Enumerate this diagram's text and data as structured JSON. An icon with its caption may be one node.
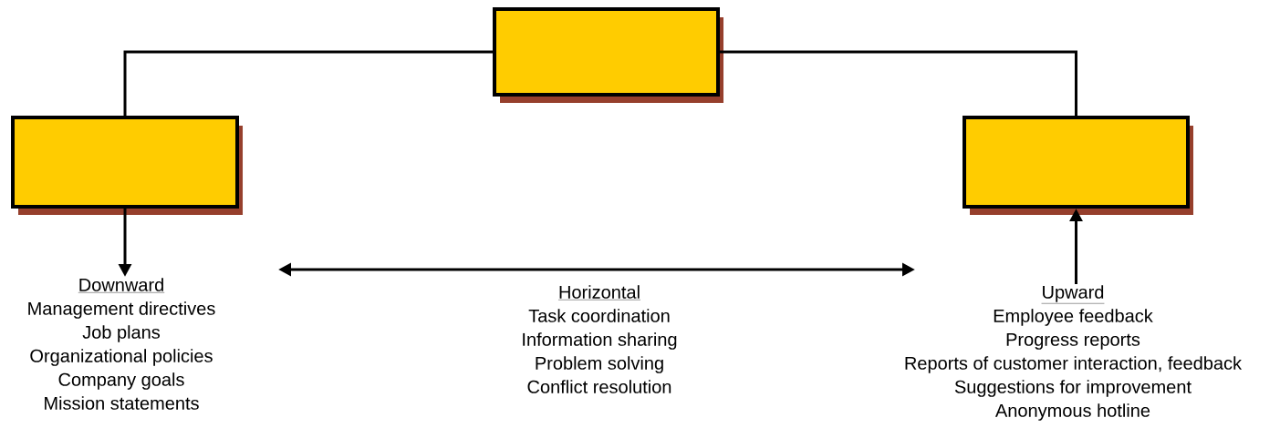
{
  "diagram": {
    "nodes": [
      {
        "text": [],
        "shape": "box"
      },
      {
        "text": [],
        "shape": "box"
      },
      {
        "text": [],
        "shape": "box"
      },
      {
        "text": [
          "Downward",
          "Management directives",
          "Job plans",
          "Organizational policies",
          "Company goals",
          "Mission statements"
        ]
      },
      {
        "text": [
          "Horizontal",
          "Task coordination",
          "Information sharing",
          "Problem solving",
          "Conflict resolution"
        ]
      },
      {
        "text": [
          "Upward",
          "Employee feedback",
          "Progress reports",
          "Reports of customer interaction, feedback",
          "Suggestions for improvement",
          "Anonymous hotline"
        ]
      }
    ],
    "edges": [
      {
        "from": 0,
        "to": 1,
        "arrow": "none"
      },
      {
        "from": 0,
        "to": 2,
        "arrow": "none"
      },
      {
        "from": 1,
        "to": 3,
        "arrow": "to"
      },
      {
        "from": 5,
        "to": 2,
        "arrow": "to"
      }
    ]
  }
}
